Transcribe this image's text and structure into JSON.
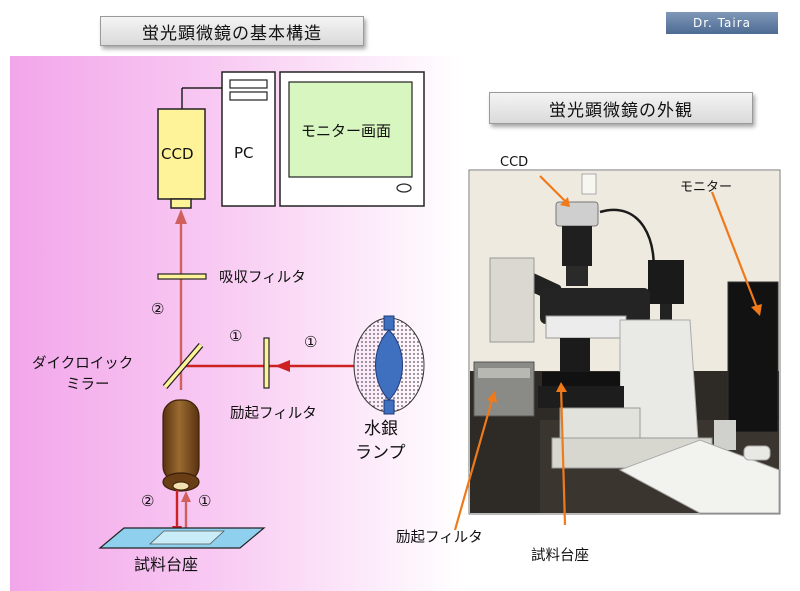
{
  "header": {
    "left_title": "蛍光顕微鏡の基本構造",
    "right_title": "蛍光顕微鏡の外観",
    "author": "Dr. Taira"
  },
  "diagram": {
    "ccd": "CCD",
    "pc": "PC",
    "monitor": "モニター画面",
    "absorption_filter": "吸収フィルタ",
    "dichroic_line1": "ダイクロイック",
    "dichroic_line2": "ミラー",
    "excitation_filter": "励起フィルタ",
    "lamp_line1": "水銀",
    "lamp_line2": "ランプ",
    "stage": "試料台座",
    "mark1": "①",
    "mark2": "②"
  },
  "photo": {
    "ccd": "CCD",
    "monitor": "モニター",
    "excitation_filter": "励起フィルタ",
    "stage": "試料台座"
  },
  "colors": {
    "light_path": "#cc2222",
    "emission_path": "#d06060",
    "arrow": "#f07a1a",
    "ccd_body": "#fff39a",
    "monitor_screen": "#d8f6c0",
    "objective": "#7a4a1c",
    "lamp_glass": "#3f6fbf"
  }
}
